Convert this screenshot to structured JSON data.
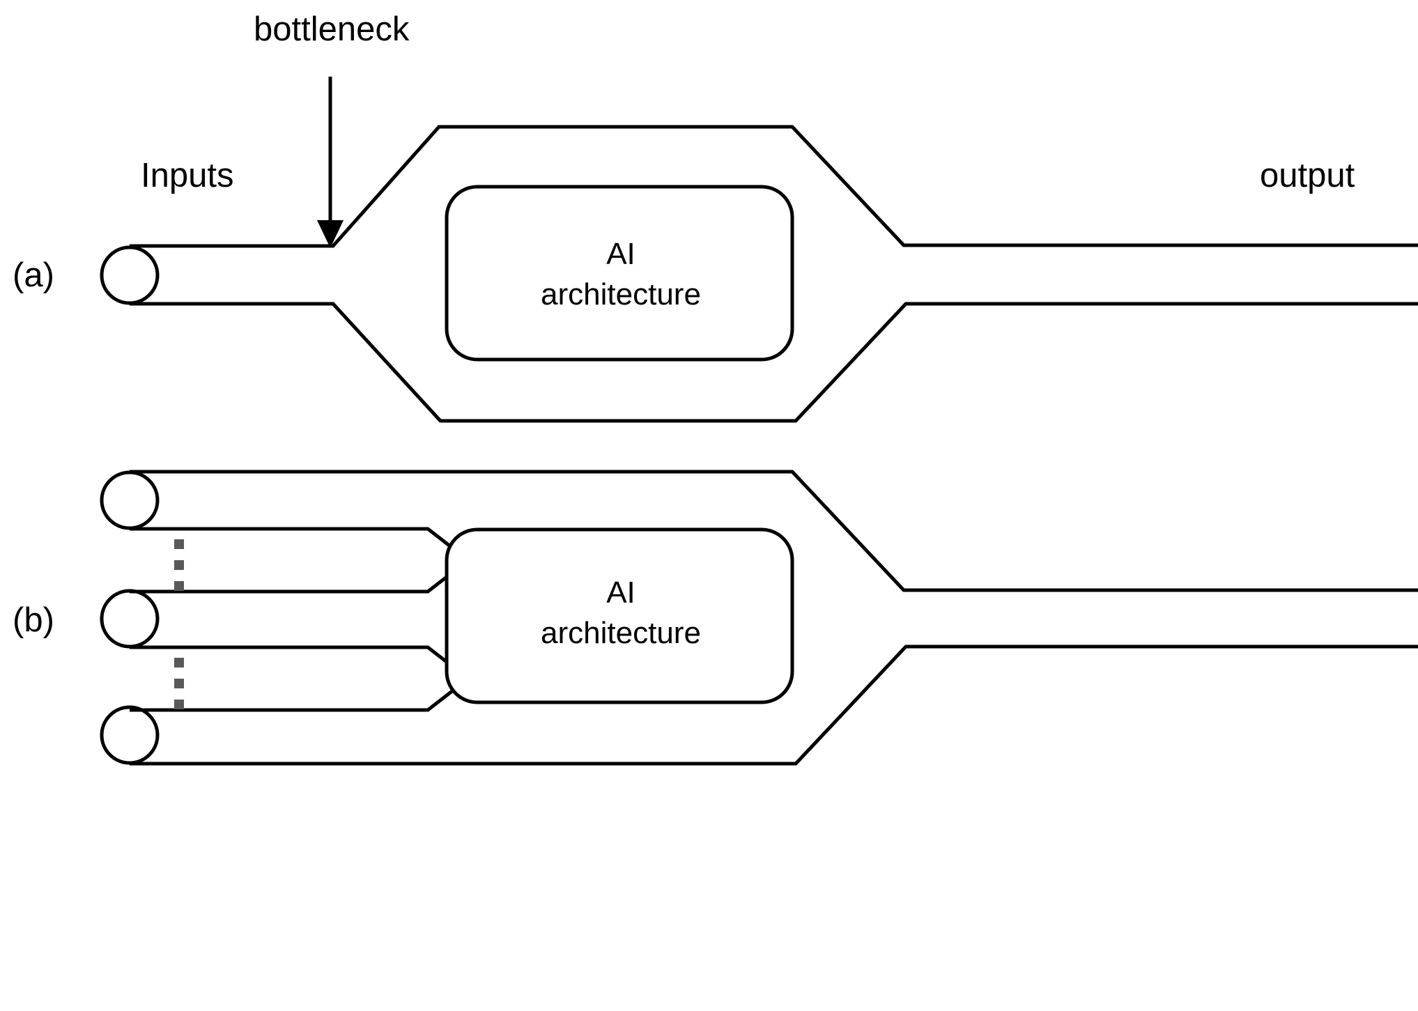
{
  "figure": {
    "title_labels": {
      "bottleneck": "bottleneck",
      "inputs": "Inputs",
      "output": "output"
    },
    "panels": [
      {
        "id": "a",
        "label": "(a)",
        "block": {
          "line1": "AI",
          "line2": "architecture"
        },
        "input_count": 1,
        "output_count": 1,
        "has_bottleneck_arrow": true,
        "ellipsis_groups": 0
      },
      {
        "id": "b",
        "label": "(b)",
        "block": {
          "line1": "AI",
          "line2": "architecture"
        },
        "input_count": 3,
        "output_count": 1,
        "has_bottleneck_arrow": false,
        "ellipsis_groups": 2
      }
    ],
    "style": {
      "stroke": "#000000",
      "background": "#ffffff",
      "ellipsis_color": "#595959",
      "stroke_width": 5
    }
  }
}
